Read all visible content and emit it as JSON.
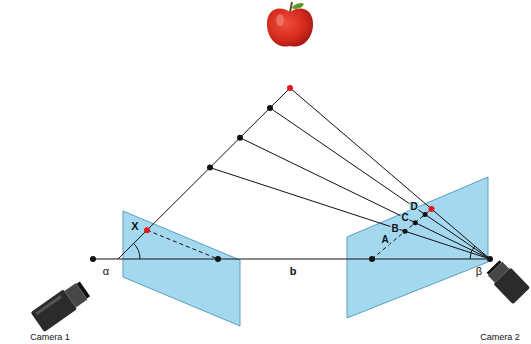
{
  "diagram": {
    "labels": [
      "X",
      "A",
      "B",
      "C",
      "D",
      "α",
      "b",
      "β",
      "Camera 1",
      "Camera 2"
    ]
  }
}
